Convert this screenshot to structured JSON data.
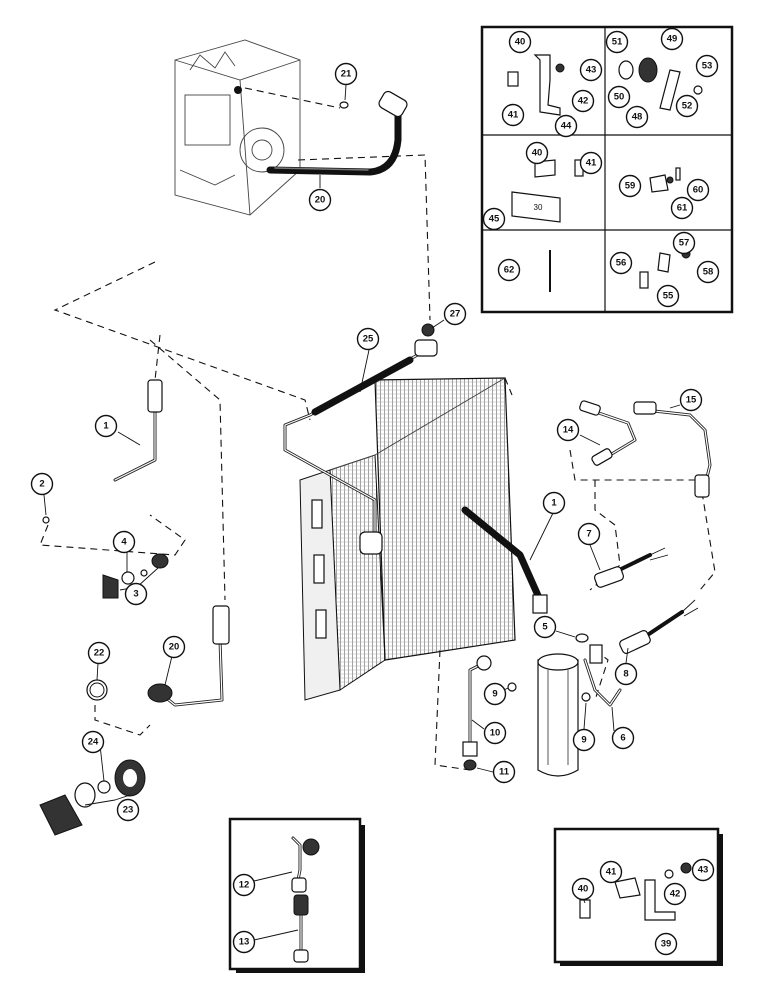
{
  "diagram": {
    "callouts": [
      "21",
      "20",
      "27",
      "25",
      "1",
      "2",
      "4",
      "3",
      "20",
      "22",
      "24",
      "23",
      "1",
      "14",
      "15",
      "7",
      "8",
      "5",
      "9",
      "10",
      "11",
      "9",
      "6",
      "12",
      "13",
      "40",
      "43",
      "41",
      "42",
      "44",
      "51",
      "49",
      "53",
      "50",
      "48",
      "52",
      "40",
      "41",
      "45",
      "60",
      "59",
      "61",
      "62",
      "57",
      "56",
      "58",
      "55",
      "40",
      "41",
      "43",
      "42",
      "39"
    ],
    "inset_texts": [
      "30"
    ]
  }
}
